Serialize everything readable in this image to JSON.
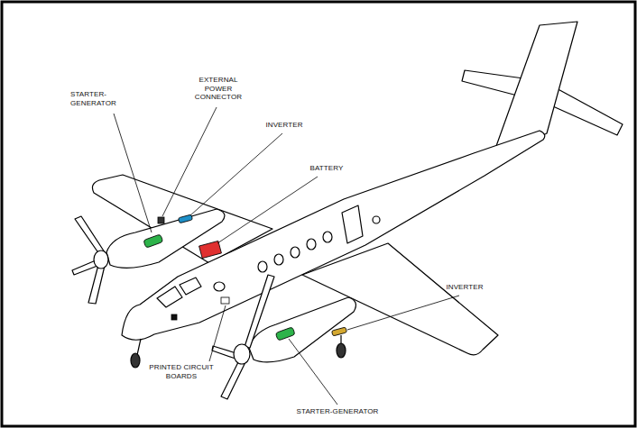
{
  "diagram": {
    "labels": [
      "STARTER-GENERATOR",
      "EXTERNAL POWER CONNECTOR",
      "INVERTER",
      "BATTERY",
      "INVERTER",
      "PRINTED CIRCUIT BOARDS",
      "STARTER-GENERATOR"
    ]
  }
}
